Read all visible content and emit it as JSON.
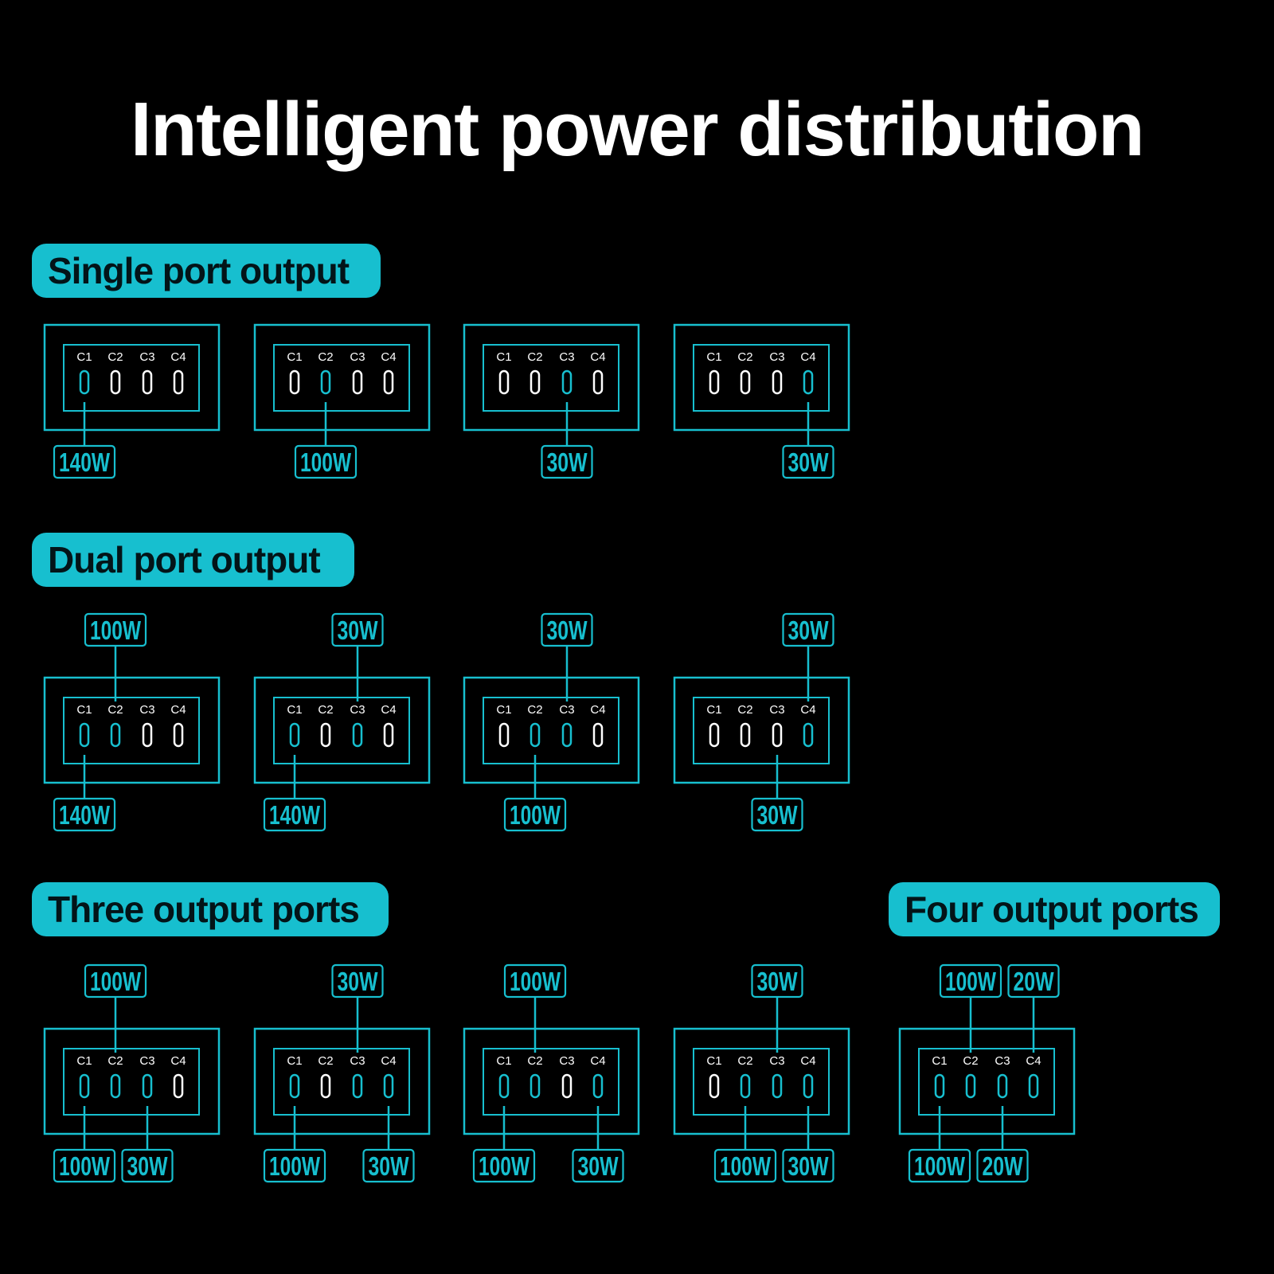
{
  "title": "Intelligent power distribution",
  "colors": {
    "accent": "#17bfcf",
    "inactive_port": "#ffffff",
    "background": "#000000",
    "label_text": "#031418"
  },
  "port_names": [
    "C1",
    "C2",
    "C3",
    "C4"
  ],
  "sections": [
    {
      "label": "Single port output",
      "diagrams": [
        {
          "active": [
            1
          ],
          "top": [],
          "bottom": [
            {
              "port": 1,
              "text": "140W"
            }
          ]
        },
        {
          "active": [
            2
          ],
          "top": [],
          "bottom": [
            {
              "port": 2,
              "text": "100W"
            }
          ]
        },
        {
          "active": [
            3
          ],
          "top": [],
          "bottom": [
            {
              "port": 3,
              "text": "30W"
            }
          ]
        },
        {
          "active": [
            4
          ],
          "top": [],
          "bottom": [
            {
              "port": 4,
              "text": "30W"
            }
          ]
        }
      ]
    },
    {
      "label": "Dual port output",
      "diagrams": [
        {
          "active": [
            1,
            2
          ],
          "top": [
            {
              "port": 2,
              "text": "100W"
            }
          ],
          "bottom": [
            {
              "port": 1,
              "text": "140W"
            }
          ]
        },
        {
          "active": [
            1,
            3
          ],
          "top": [
            {
              "port": 3,
              "text": "30W"
            }
          ],
          "bottom": [
            {
              "port": 1,
              "text": "140W"
            }
          ]
        },
        {
          "active": [
            2,
            3
          ],
          "top": [
            {
              "port": 3,
              "text": "30W"
            }
          ],
          "bottom": [
            {
              "port": 2,
              "text": "100W"
            }
          ]
        },
        {
          "active": [
            4
          ],
          "top": [
            {
              "port": 4,
              "text": "30W"
            }
          ],
          "bottom": [
            {
              "port": 3,
              "text": "30W"
            }
          ]
        }
      ]
    },
    {
      "label": "Three output ports",
      "diagrams": [
        {
          "active": [
            1,
            2,
            3
          ],
          "top": [
            {
              "port": 2,
              "text": "100W"
            }
          ],
          "bottom": [
            {
              "port": 1,
              "text": "100W"
            },
            {
              "port": 3,
              "text": "30W"
            }
          ]
        },
        {
          "active": [
            1,
            3,
            4
          ],
          "top": [
            {
              "port": 3,
              "text": "30W"
            }
          ],
          "bottom": [
            {
              "port": 1,
              "text": "100W"
            },
            {
              "port": 4,
              "text": "30W"
            }
          ]
        },
        {
          "active": [
            1,
            2,
            4
          ],
          "top": [
            {
              "port": 2,
              "text": "100W"
            }
          ],
          "bottom": [
            {
              "port": 1,
              "text": "100W"
            },
            {
              "port": 4,
              "text": "30W"
            }
          ]
        },
        {
          "active": [
            2,
            3,
            4
          ],
          "top": [
            {
              "port": 3,
              "text": "30W"
            }
          ],
          "bottom": [
            {
              "port": 2,
              "text": "100W"
            },
            {
              "port": 4,
              "text": "30W"
            }
          ]
        }
      ]
    },
    {
      "label": "Four output ports",
      "diagrams": [
        {
          "active": [
            1,
            2,
            3,
            4
          ],
          "top": [
            {
              "port": 2,
              "text": "100W"
            },
            {
              "port": 4,
              "text": "20W"
            }
          ],
          "bottom": [
            {
              "port": 1,
              "text": "100W"
            },
            {
              "port": 3,
              "text": "20W"
            }
          ]
        }
      ]
    }
  ]
}
